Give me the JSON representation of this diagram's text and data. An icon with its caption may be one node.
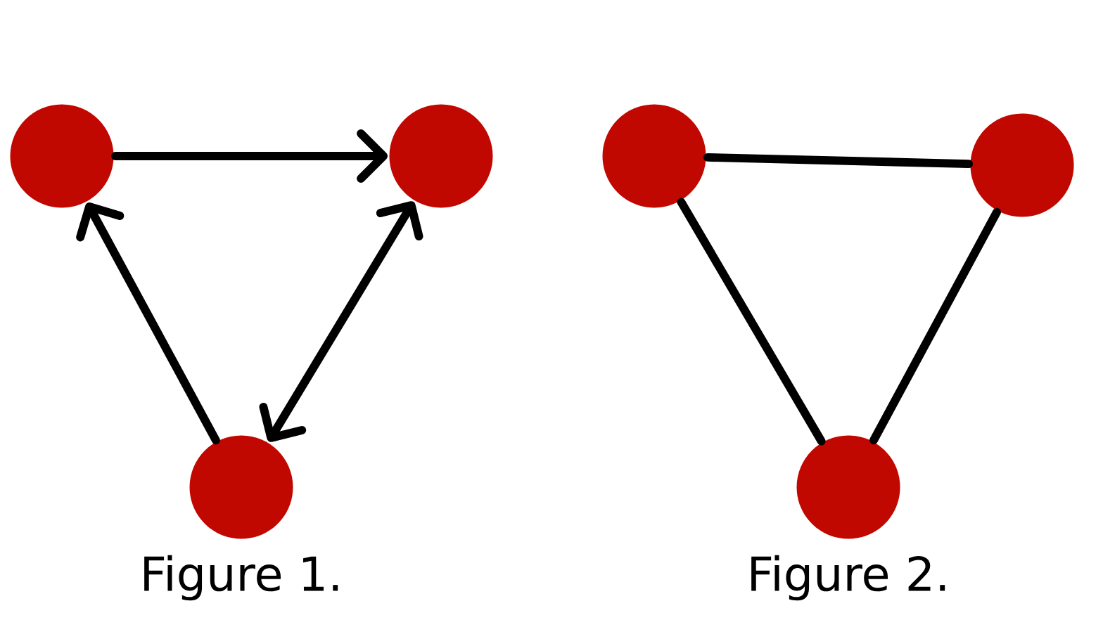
{
  "diagram": {
    "nodes": [
      {
        "text": [],
        "shape": "circle"
      },
      {
        "text": [],
        "shape": "circle"
      },
      {
        "text": [],
        "shape": "circle"
      },
      {
        "text": [],
        "shape": "circle"
      },
      {
        "text": [],
        "shape": "circle"
      },
      {
        "text": [],
        "shape": "circle"
      }
    ],
    "edges": [
      {
        "from": 0,
        "to": 1,
        "arrow": "to"
      },
      {
        "from": 2,
        "to": 0,
        "arrow": "to"
      },
      {
        "from": 2,
        "to": 1,
        "arrow": "both"
      },
      {
        "from": 3,
        "to": 4,
        "arrow": "none"
      },
      {
        "from": 3,
        "to": 5,
        "arrow": "none"
      },
      {
        "from": 4,
        "to": 5,
        "arrow": "none"
      }
    ],
    "labels": [
      "Figure 1.",
      "Figure 2."
    ]
  }
}
